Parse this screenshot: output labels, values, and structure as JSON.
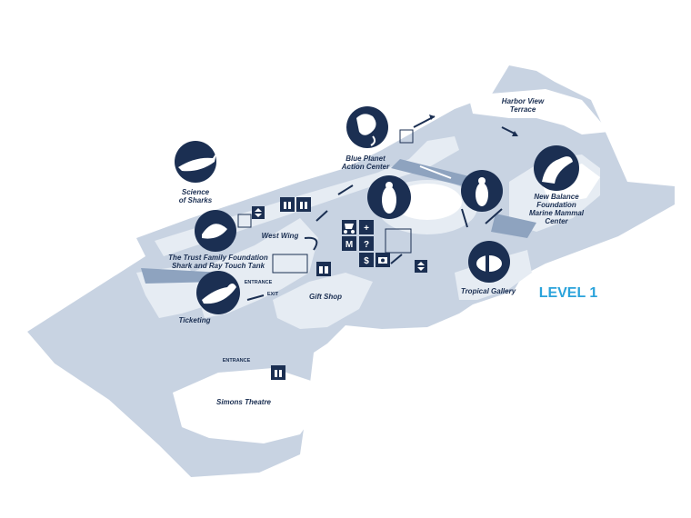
{
  "level": "LEVEL 1",
  "colors": {
    "floor": "#c8d3e2",
    "floor_light": "#e6ecf3",
    "navy": "#1b2f52",
    "accent": "#2aa3db"
  },
  "labels": {
    "harbor_view_terrace": [
      "Harbor View",
      "Terrace"
    ],
    "blue_planet": [
      "Blue Planet",
      "Action Center"
    ],
    "new_balance": [
      "New Balance",
      "Foundation",
      "Marine Mammal",
      "Center"
    ],
    "science_of_sharks": [
      "Science",
      "of Sharks"
    ],
    "west_wing": "West Wing",
    "touch_tank": [
      "The Trust Family Foundation",
      "Shark and Ray Touch Tank"
    ],
    "entrance_main": "ENTRANCE",
    "exit": "EXIT",
    "gift_shop": "Gift Shop",
    "ticketing": "Ticketing",
    "tropical_gallery": "Tropical Gallery",
    "entrance_theatre": "ENTRANCE",
    "simons_theatre": "Simons Theatre"
  },
  "exhibit_icons": [
    "globe-icon",
    "shark-icon",
    "ray-icon",
    "seal-icon",
    "penguin-icon",
    "penguin-icon",
    "seal-icon",
    "clownfish-icon"
  ],
  "amenities": {
    "medical": "+",
    "membership": "M",
    "information": "?",
    "atm": "$"
  }
}
